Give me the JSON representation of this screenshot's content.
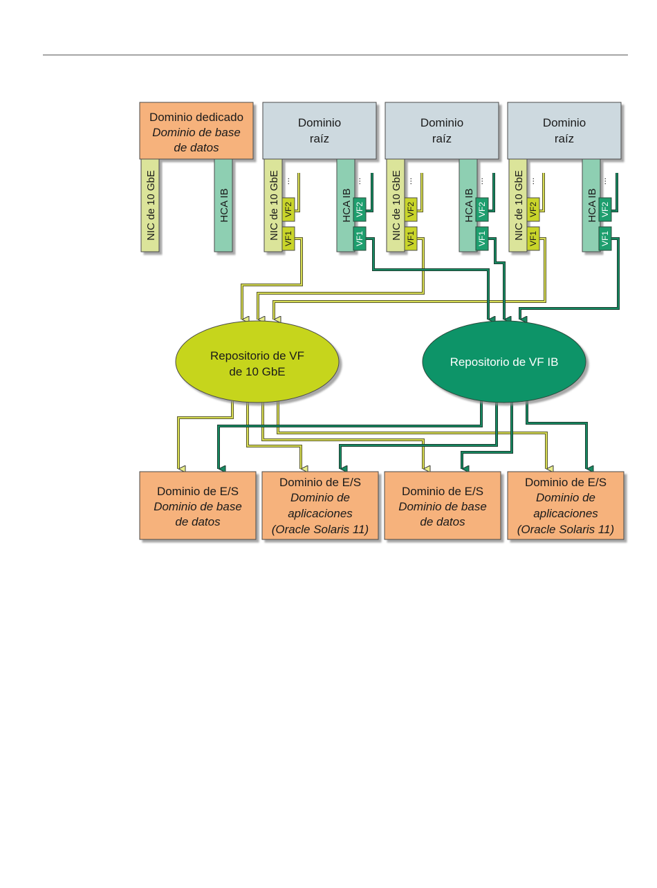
{
  "colors": {
    "domain_orange": "#f6b27b",
    "root_gray": "#cdd9df",
    "nic_light": "#dbe49a",
    "hca_teal": "#8ecfb2",
    "vf_yellow": "#c9d52a",
    "vf_green": "#1e9e6e",
    "pool_yellow": "#c6d51e",
    "pool_green": "#0f9468",
    "wire_yellow": "#c8d23a",
    "wire_green": "#178a62"
  },
  "dedicated_domain": {
    "line1": "Dominio dedicado",
    "line2": "Dominio de base",
    "line3": "de datos",
    "nic_label": "NIC de 10 GbE",
    "hca_label": "HCA IB"
  },
  "root_domains": [
    {
      "line1": "Dominio",
      "line2": "raíz",
      "nic_label": "NIC de 10 GbE",
      "hca_label": "HCA IB",
      "vf1": "VF1",
      "vf2": "VF2",
      "dots": "..."
    },
    {
      "line1": "Dominio",
      "line2": "raíz",
      "nic_label": "NIC de 10 GbE",
      "hca_label": "HCA IB",
      "vf1": "VF1",
      "vf2": "VF2",
      "dots": "..."
    },
    {
      "line1": "Dominio",
      "line2": "raíz",
      "nic_label": "NIC de 10 GbE",
      "hca_label": "HCA IB",
      "vf1": "VF1",
      "vf2": "VF2",
      "dots": "..."
    }
  ],
  "pools": {
    "ethernet": {
      "line1": "Repositorio de VF",
      "line2": "de 10 GbE"
    },
    "ib": {
      "line1": "Repositorio de VF IB"
    }
  },
  "io_domains": [
    {
      "line1": "Dominio de E/S",
      "line2": "Dominio de base",
      "line3": "de datos",
      "line4": ""
    },
    {
      "line1": "Dominio de E/S",
      "line2": "Dominio de",
      "line3": "aplicaciones",
      "line4": "(Oracle Solaris 11)"
    },
    {
      "line1": "Dominio de E/S",
      "line2": "Dominio de base",
      "line3": "de datos",
      "line4": ""
    },
    {
      "line1": "Dominio de E/S",
      "line2": "Dominio de",
      "line3": "aplicaciones",
      "line4": "(Oracle Solaris 11)"
    }
  ]
}
